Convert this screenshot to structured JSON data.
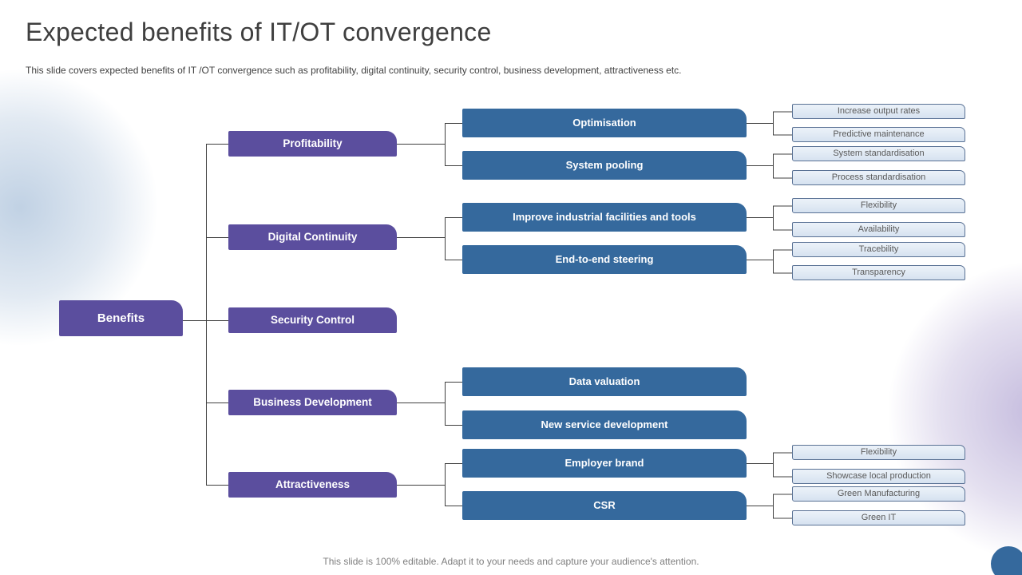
{
  "slide": {
    "title": "Expected benefits of IT/OT convergence",
    "subtitle": "This slide covers expected benefits of IT /OT convergence such as profitability, digital continuity, security control, business development, attractiveness etc.",
    "footer": "This slide is 100% editable. Adapt it to your needs and capture your audience's attention."
  },
  "colors": {
    "category_purple": "#5B4E9E",
    "node_blue": "#35699D",
    "leaf_fill": "#DCE7F3",
    "leaf_border": "#5A7295",
    "connector": "#404040",
    "accent_circle": "#35699D"
  },
  "tree": {
    "root": {
      "label": "Benefits"
    },
    "categories": [
      {
        "label": "Profitability",
        "children": [
          {
            "label": "Optimisation",
            "leaves": [
              "Increase output rates",
              "Predictive maintenance"
            ]
          },
          {
            "label": "System pooling",
            "leaves": [
              "System standardisation",
              "Process standardisation"
            ]
          }
        ]
      },
      {
        "label": "Digital Continuity",
        "children": [
          {
            "label": "Improve industrial facilities and tools",
            "leaves": [
              "Flexibility",
              "Availability"
            ]
          },
          {
            "label": "End-to-end steering",
            "leaves": [
              "Tracebility",
              "Transparency"
            ]
          }
        ]
      },
      {
        "label": "Security Control",
        "children": []
      },
      {
        "label": "Business Development",
        "children": [
          {
            "label": "Data valuation",
            "leaves": []
          },
          {
            "label": "New service development",
            "leaves": []
          }
        ]
      },
      {
        "label": "Attractiveness",
        "children": [
          {
            "label": "Employer brand",
            "leaves": [
              "Flexibility",
              "Showcase local production"
            ]
          },
          {
            "label": "CSR",
            "leaves": [
              "Green Manufacturing",
              "Green IT"
            ]
          }
        ]
      }
    ]
  }
}
